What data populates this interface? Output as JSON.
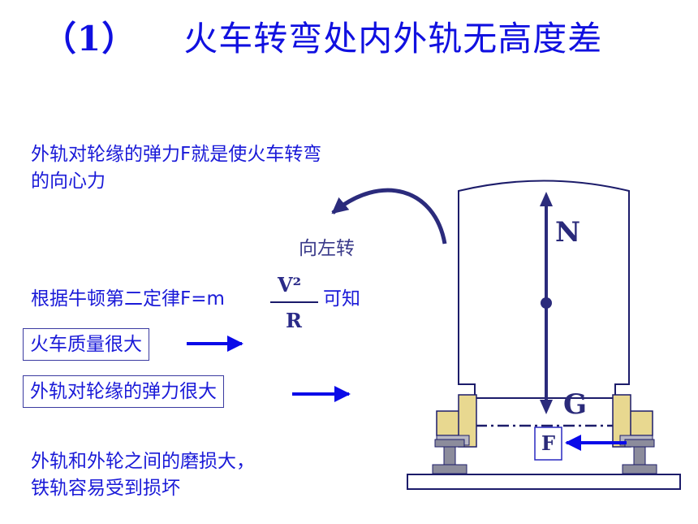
{
  "title": {
    "number": "（1）",
    "text": "火车转弯处内外轨无高度差"
  },
  "statement": {
    "line1": "外轨对轮缘的弹力F就是使火车转弯",
    "line2": "的向心力"
  },
  "turn_label": "向左转",
  "newton": {
    "prefix": "根据牛顿第二定律F=m",
    "numerator": "V²",
    "denominator": "R",
    "suffix": "可知"
  },
  "box1": "火车质量很大",
  "box2": "外轨对轮缘的弹力很大",
  "conclusion": {
    "line1": "外轨和外轮之间的磨损大，",
    "line2": "铁轨容易受到损坏"
  },
  "force_labels": {
    "N": "N",
    "G": "G",
    "F": "F"
  },
  "colors": {
    "title": "#1010e0",
    "text": "#1a1ad8",
    "outline": "#1c1c6a",
    "wheel": "#e8d890",
    "rail": "#8c8c9c",
    "arrow_blue": "#0a0ae8"
  }
}
